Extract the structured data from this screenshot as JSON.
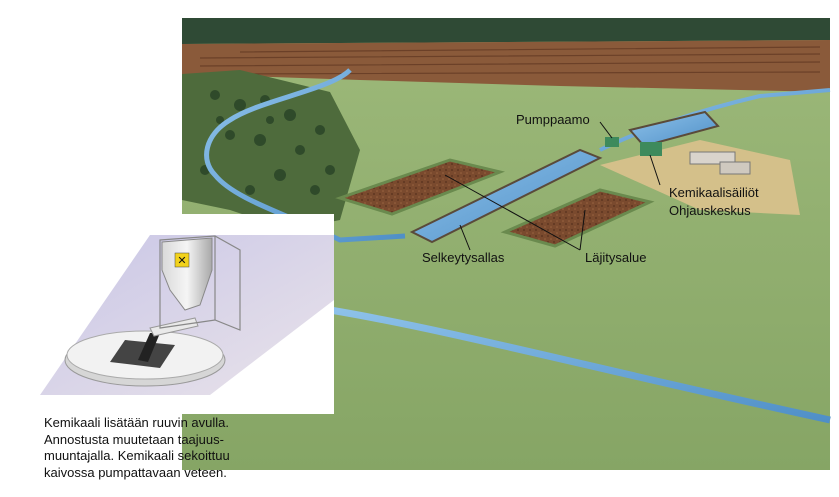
{
  "labels": {
    "pumppaamo": "Pumppaamo",
    "kemikaalisailiot": "Kemikaalisäiliöt",
    "ohjauskeskus": "Ohjauskeskus",
    "selkeytysallas": "Selkeytysallas",
    "lajitysalue": "Läjitysalue"
  },
  "caption": {
    "lines": [
      "Kemikaali lisätään ruuvin avulla.",
      "Annostusta muutetaan taajuus-",
      "muuntajalla. Kemikaali sekoittuu",
      "kaivossa pumpattavaan veteen."
    ]
  },
  "colors": {
    "grass": "#8fae6a",
    "water": "#6fa8d8",
    "soil": "#7a4a2e",
    "hazard": "#f2d21b"
  },
  "icons": {
    "hazard_symbol": "hazard-x-icon"
  }
}
